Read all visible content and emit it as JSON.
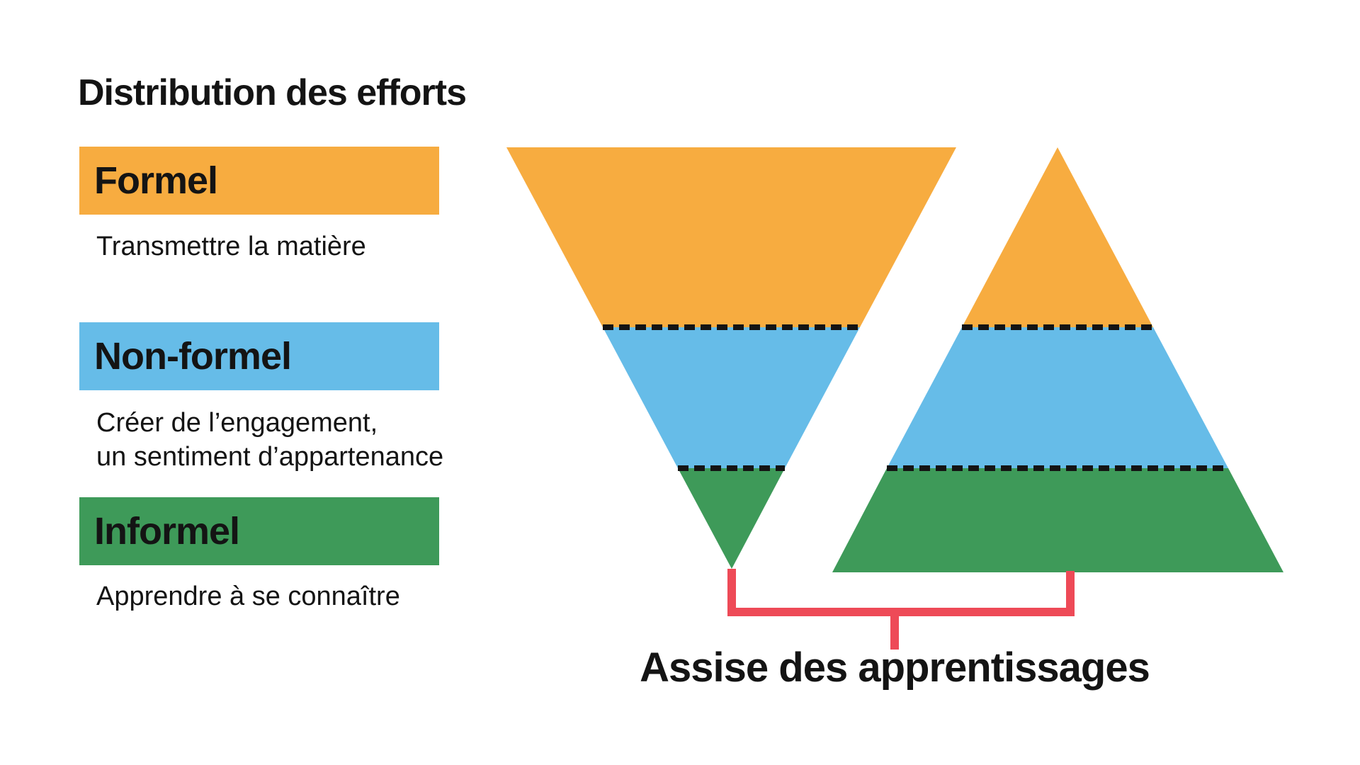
{
  "title": "Distribution des efforts",
  "colors": {
    "orange": "#F7AC40",
    "blue": "#66BCE8",
    "green": "#3E9A59",
    "red": "#EE4A57",
    "ink": "#141414"
  },
  "legend": [
    {
      "id": "formel",
      "label": "Formel",
      "color": "#F7AC40",
      "description_lines": [
        "Transmettre la matière"
      ]
    },
    {
      "id": "non-formel",
      "label": "Non-formel",
      "color": "#66BCE8",
      "description_lines": [
        "Créer de l’engagement,",
        "un sentiment d’appartenance"
      ]
    },
    {
      "id": "informel",
      "label": "Informel",
      "color": "#3E9A59",
      "description_lines": [
        "Apprendre à se connaître"
      ]
    }
  ],
  "diagram": {
    "left_triangle": {
      "shape": "inverted-triangle",
      "sections_top_to_bottom": [
        "Formel",
        "Non-formel",
        "Informel"
      ]
    },
    "right_triangle": {
      "shape": "upright-triangle",
      "sections_top_to_bottom": [
        "Formel",
        "Non-formel",
        "Informel"
      ]
    },
    "bracket_label": "Assise des apprentissages"
  }
}
